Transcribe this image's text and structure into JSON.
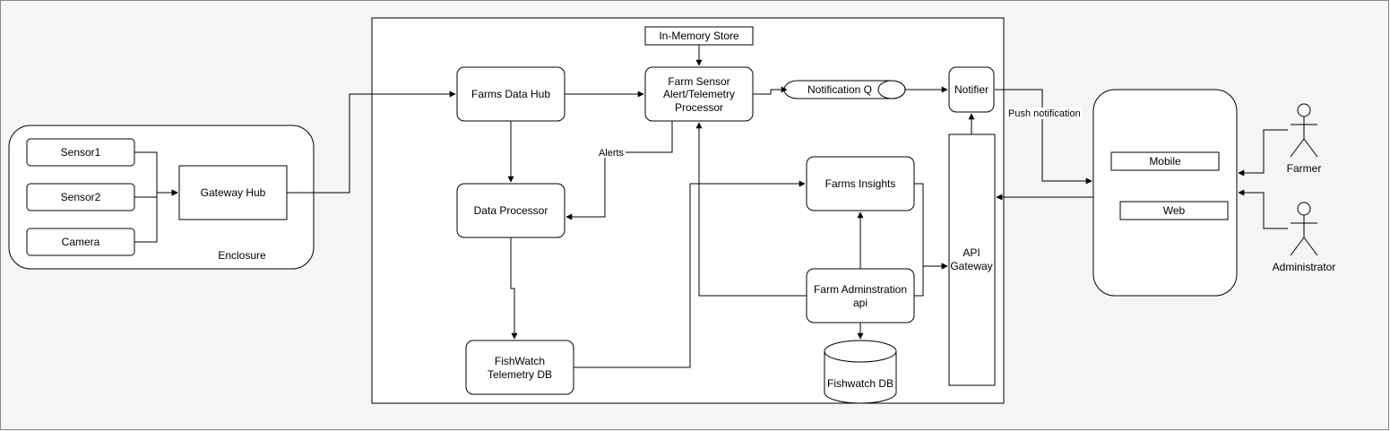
{
  "nodes": {
    "sensor1": "Sensor1",
    "sensor2": "Sensor2",
    "camera": "Camera",
    "gateway_hub": "Gateway Hub",
    "enclosure": "Enclosure",
    "in_memory_store": "In-Memory Store",
    "farms_data_hub": "Farms Data Hub",
    "processor_line1": "Farm Sensor",
    "processor_line2": "Alert/Telemetry",
    "processor_line3": "Processor",
    "notification_q": "Notification Q",
    "notifier": "Notifier",
    "data_processor": "Data Processor",
    "farms_insights": "Farms Insights",
    "admin_api_line1": "Farm Adminstration",
    "admin_api_line2": "api",
    "telemetry_db_line1": "FishWatch",
    "telemetry_db_line2": "Telemetry DB",
    "fishwatch_db": "Fishwatch DB",
    "api_gateway_line1": "API",
    "api_gateway_line2": "Gateway",
    "mobile": "Mobile",
    "web": "Web"
  },
  "edges": {
    "alerts_label": "Alerts",
    "push_label": "Push notification"
  },
  "actors": {
    "farmer": "Farmer",
    "administrator": "Administrator"
  },
  "colors": {
    "background": "#f5f5f5",
    "box_fill": "#ffffff",
    "stroke": "#000000"
  }
}
